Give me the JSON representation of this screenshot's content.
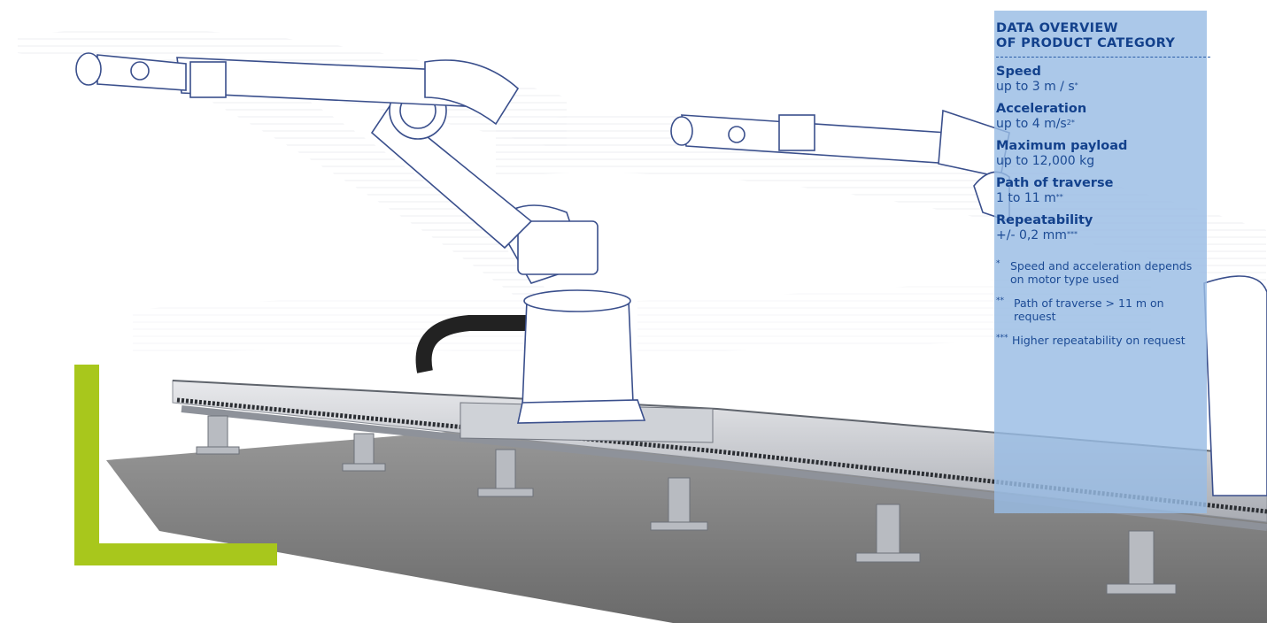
{
  "panel": {
    "heading_line1": "DATA OVERVIEW",
    "heading_line2": "OF PRODUCT CATEGORY",
    "specs": [
      {
        "label": "Speed",
        "value": "up to 3 m / s",
        "mark": "*"
      },
      {
        "label": "Acceleration",
        "value": "up to 4 m/s",
        "mark": "2*"
      },
      {
        "label": "Maximum payload",
        "value": "up to 12,000 kg",
        "mark": ""
      },
      {
        "label": "Path of traverse",
        "value": "1 to 11 m",
        "mark": "**"
      },
      {
        "label": "Repeatability",
        "value": "+/- 0,2 mm",
        "mark": "***"
      }
    ],
    "notes": [
      {
        "mark": "*",
        "text": "Speed and acceleration depends on motor type used"
      },
      {
        "mark": "**",
        "text": "Path of traverse > 11 m on request"
      },
      {
        "mark": "***",
        "text": "Higher repeatability on request"
      }
    ]
  },
  "colors": {
    "accent_green": "#a8c71c",
    "panel_blue": "#98bce4",
    "text_blue": "#13418c",
    "robot_line": "#3a4f8c",
    "floor": "#7a7a7a"
  },
  "icons": {
    "robot": "robot-arm-illustration",
    "rail": "linear-track-illustration"
  }
}
